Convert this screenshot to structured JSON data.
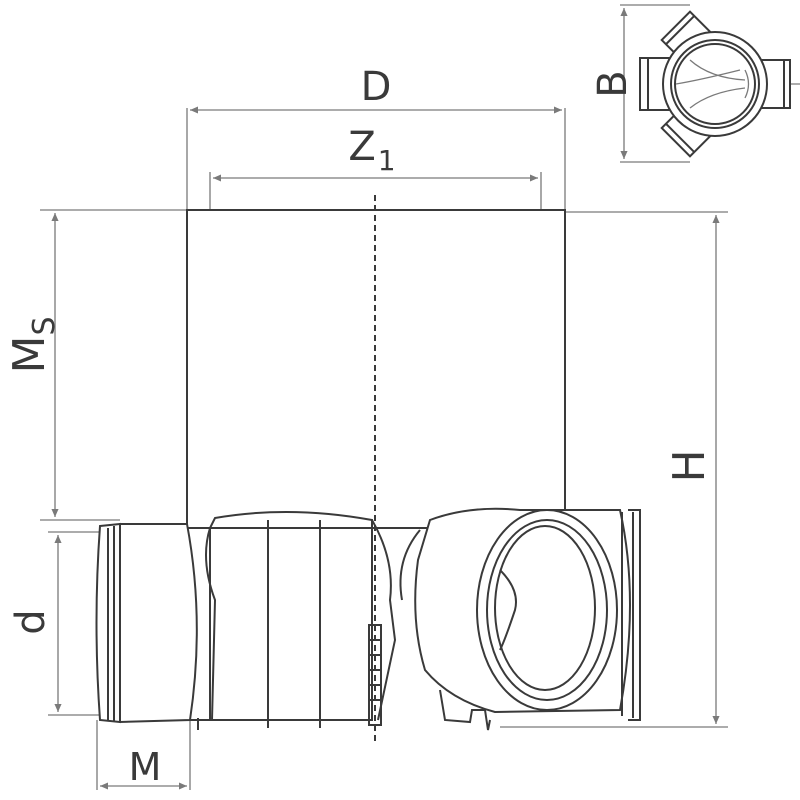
{
  "labels": {
    "D": "D",
    "Z1_main": "Z",
    "Z1_sub": "1",
    "B": "B",
    "Ms_main": "M",
    "Ms_sub": "S",
    "H": "H",
    "d": "d",
    "M": "M"
  }
}
